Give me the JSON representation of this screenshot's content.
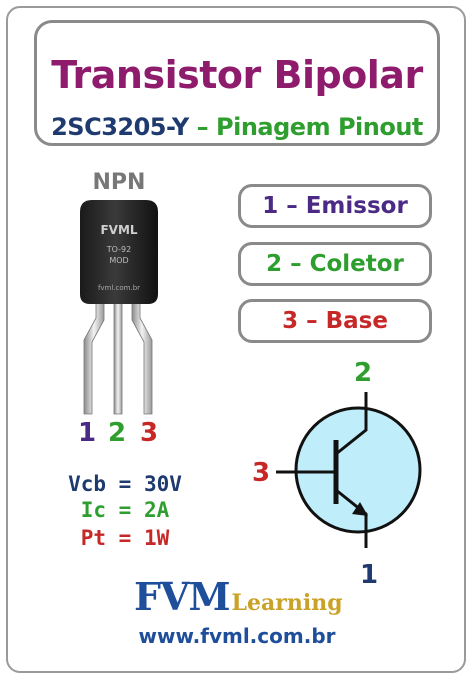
{
  "header": {
    "title": "Transistor Bipolar",
    "part_number": "2SC3205-Y",
    "separator": "–",
    "subtitle_rest": "Pinagem Pinout"
  },
  "package": {
    "type_label": "NPN",
    "marking_brand": "FVML",
    "marking_package": "TO-92",
    "marking_model": "MOD",
    "marking_url": "fvml.com.br"
  },
  "pins": [
    {
      "label": "1 – Emissor",
      "color": "#4b2a86"
    },
    {
      "label": "2 – Coletor",
      "color": "#2e9e2e"
    },
    {
      "label": "3 – Base",
      "color": "#c62828"
    }
  ],
  "lead_numbers": [
    "1",
    "2",
    "3"
  ],
  "specs": [
    {
      "text": "Vcb = 30V",
      "color": "#1f3a6e"
    },
    {
      "text": "Ic = 2A",
      "color": "#2e9e2e"
    },
    {
      "text": "Pt = 1W",
      "color": "#c62828"
    }
  ],
  "symbol": {
    "collector_num": "2",
    "base_num": "3",
    "emitter_num": "1",
    "circle_fill": "#bfeefa"
  },
  "brand": {
    "main": "FVM",
    "sub": "Learning",
    "url": "www.fvml.com.br"
  },
  "colors": {
    "title": "#8e1b6b",
    "part_number": "#1f3a6e",
    "subtitle": "#2e9e2e",
    "npn": "#777777"
  }
}
